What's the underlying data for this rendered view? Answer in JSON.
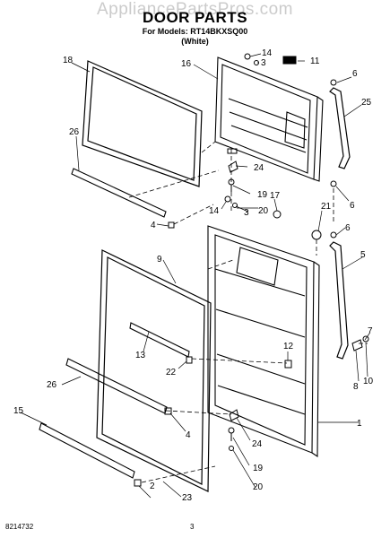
{
  "watermark": "AppliancePartsPros.com",
  "title": "DOOR PARTS",
  "subtitle_models": "For Models: RT14BKXSQ00",
  "subtitle_color": "(White)",
  "footer_code": "8214732",
  "footer_page": "3",
  "callouts": {
    "c18": "18",
    "c16": "16",
    "c14a": "14",
    "c3a": "3",
    "c11": "11",
    "c6a": "6",
    "c25": "25",
    "c26a": "26",
    "c24a": "24",
    "c6b": "6",
    "c19a": "19",
    "c17": "17",
    "c14b": "14",
    "c3b": "3",
    "c20a": "20",
    "c21": "21",
    "c6c": "6",
    "c4a": "4",
    "c9": "9",
    "c5": "5",
    "c12": "12",
    "c13": "13",
    "c22": "22",
    "c7": "7",
    "c26b": "26",
    "c8": "8",
    "c10": "10",
    "c1": "1",
    "c15": "15",
    "c4b": "4",
    "c24b": "24",
    "c19b": "19",
    "c20b": "20",
    "c2": "2",
    "c23": "23"
  }
}
